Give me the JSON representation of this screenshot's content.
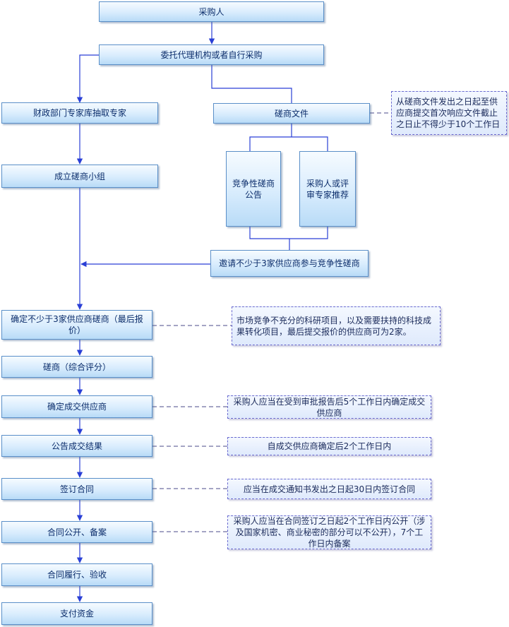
{
  "steps": {
    "purchaser": "采购人",
    "entrust": "委托代理机构或者自行采购",
    "experts": "财政部门专家库抽取专家",
    "docs": "磋商文件",
    "group": "成立磋商小组",
    "announce": "竞争性磋商公告",
    "recommend": "采购人或评审专家推荐",
    "invite": "邀请不少于3家供应商参与竞争性磋商",
    "final_quote": "确定不少于3家供应商磋商（最后报价）",
    "evaluate": "磋商（综合评分）",
    "select": "确定成交供应商",
    "publish": "公告成交结果",
    "sign": "签订合同",
    "filing": "合同公开、备案",
    "acceptance": "合同履行、验收",
    "pay": "支付资金"
  },
  "notes": {
    "docs": "从磋商文件发出之日起至供应商提交首次响应文件截止之日止不得少于10个工作日",
    "final_quote": "市场竞争不充分的科研项目，以及需要扶持的科技成果转化项目，最后提交报价的供应商可为2家。",
    "select": "采购人应当在受到审批报告后5个工作日内确定成交供应商",
    "publish": "自成交供应商确定后2个工作日内",
    "sign": "应当在成交通知书发出之日起30日内签订合同",
    "filing": "采购人应当在合同签订之日起2个工作日内公开（涉及国家机密、商业秘密的部分可以不公开），7个工作日内备案"
  },
  "colors": {
    "connector": "#2a3fd6",
    "box_border": "#5a8fc8",
    "box_text": "#0b2d6b",
    "note_border": "#6a6ad0"
  }
}
